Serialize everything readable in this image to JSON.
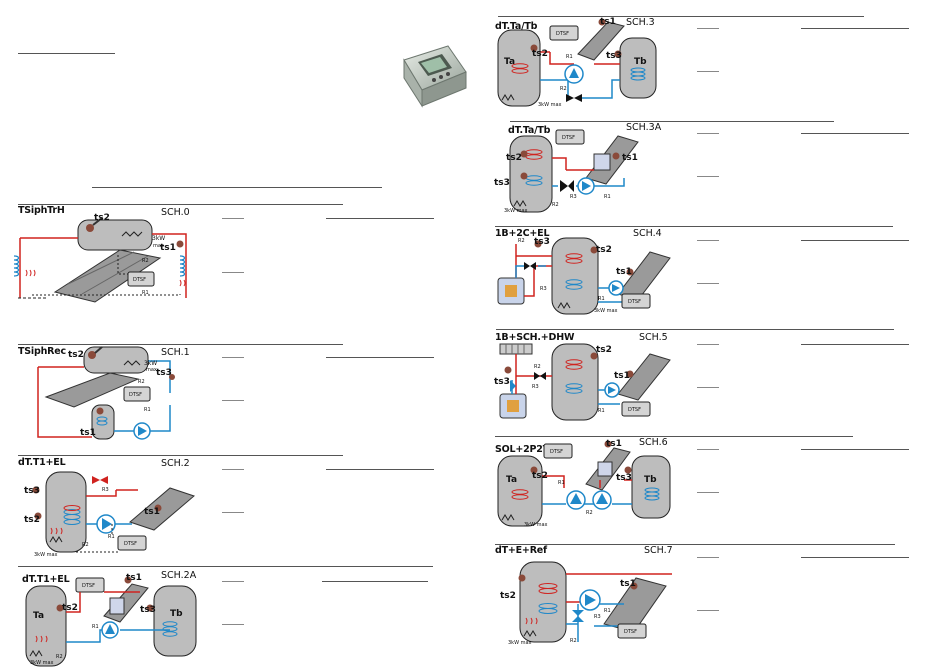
{
  "schemes": [
    {
      "id": "s0",
      "title": "TSiphTrH",
      "code": "SCH.0",
      "labels": {
        "ts1": "ts1",
        "ts2": "ts2",
        "r1": "R1",
        "r2": "R2",
        "power": "3kW",
        "power2": "max",
        "dtsf": "DTSF"
      }
    },
    {
      "id": "s1",
      "title": "TSiphRec",
      "code": "SCH.1",
      "labels": {
        "ts1": "ts1",
        "ts2": "ts2",
        "ts3": "ts3",
        "r1": "R1",
        "r2": "R2",
        "power": "3kW",
        "power2": "max",
        "dtsf": "DTSF"
      }
    },
    {
      "id": "s2",
      "title": "dT.T1+EL",
      "code": "SCH.2",
      "labels": {
        "ts1": "ts1",
        "ts2": "ts2",
        "ts3": "ts3",
        "r1": "R1",
        "r2": "R2",
        "r3": "R3",
        "power": "3kW max",
        "dtsf": "DTSF"
      }
    },
    {
      "id": "s2a",
      "title": "dT.T1+EL",
      "code": "SCH.2A",
      "labels": {
        "ts1": "ts1",
        "ts2": "ts2",
        "ts3": "ts3",
        "ta": "Ta",
        "tb": "Tb",
        "r1": "R1",
        "r2": "R2",
        "power": "3kW max",
        "dtsf": "DTSF"
      }
    },
    {
      "id": "s3",
      "title": "dT.Ta/Tb",
      "code": "SCH.3",
      "labels": {
        "ts1": "ts1",
        "ts2": "ts2",
        "ts3": "ts3",
        "ta": "Ta",
        "tb": "Tb",
        "r1": "R1",
        "r2": "R2",
        "power": "3kW max",
        "dtsf": "DTSF"
      }
    },
    {
      "id": "s3a",
      "title": "dT.Ta/Tb",
      "code": "SCH.3A",
      "labels": {
        "ts1": "ts1",
        "ts2": "ts2",
        "ts3": "ts3",
        "r1": "R1",
        "r2": "R2",
        "r3": "R3",
        "power": "3kW max",
        "dtsf": "DTSF"
      }
    },
    {
      "id": "s4",
      "title": "1B+2C+EL",
      "code": "SCH.4",
      "labels": {
        "ts1": "ts1",
        "ts2": "ts2",
        "ts3": "ts3",
        "r1": "R1",
        "r2": "R2",
        "r3": "R3",
        "power": "3kW max",
        "dtsf": "DTSF"
      }
    },
    {
      "id": "s5",
      "title": "1B+SCH.+DHW",
      "code": "SCH.5",
      "labels": {
        "ts1": "ts1",
        "ts2": "ts2",
        "ts3": "ts3",
        "r1": "R1",
        "r2": "R2",
        "r3": "R3",
        "dtsf": "DTSF"
      }
    },
    {
      "id": "s6",
      "title": "SOL+2P2T",
      "code": "SCH.6",
      "labels": {
        "ts1": "ts1",
        "ts2": "ts2",
        "ts3": "ts3",
        "ta": "Ta",
        "tb": "Tb",
        "r1": "R1",
        "r2": "R2",
        "power": "3kW max",
        "dtsf": "DTSF"
      }
    },
    {
      "id": "s7",
      "title": "dT+E+Ref",
      "code": "SCH.7",
      "labels": {
        "ts1": "ts1",
        "ts2": "ts2",
        "r1": "R1",
        "r2": "R2",
        "r3": "R3",
        "power": "3kW max",
        "dtsf": "DTSF"
      }
    }
  ],
  "colors": {
    "tank": "#bdbdbd",
    "hot": "#d0231f",
    "cold": "#1f88c9",
    "pump": "#1f88c9",
    "collector": "#9a9a9a",
    "line": "#222222"
  },
  "icons": [
    "thermostat-sensor-icon",
    "pump-icon",
    "valve-icon",
    "heater-coil-icon",
    "solar-collector-icon",
    "boiler-icon",
    "controller-device-icon"
  ]
}
